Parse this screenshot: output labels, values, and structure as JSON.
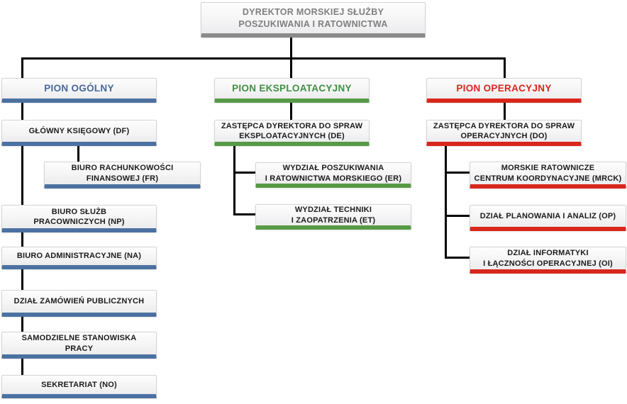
{
  "colors": {
    "general_accent": "#4C71A1",
    "exploitation_accent": "#579A46",
    "operations_accent": "#D9261C",
    "director_accent": "#8A8A8A",
    "connector": "#000000"
  },
  "director": {
    "label": "DYREKTOR MORSKIEJ SŁUŻBY\nPOSZUKIWANIA I RATOWNICTWA"
  },
  "general_division": {
    "header": "PION OGÓLNY",
    "units": [
      {
        "label": "GŁÓWNY KSIĘGOWY (DF)"
      },
      {
        "label": "BIURO RACHUNKOWOŚCI\nFINANSOWEJ (FR)"
      },
      {
        "label": "BIURO SŁUŻB\nPRACOWNICZYCH (NP)"
      },
      {
        "label": "BIURO ADMINISTRACYJNE (NA)"
      },
      {
        "label": "DZIAŁ ZAMÓWIEŃ PUBLICZNYCH"
      },
      {
        "label": "SAMODZIELNE STANOWISKA\nPRACY"
      },
      {
        "label": "SEKRETARIAT (NO)"
      }
    ]
  },
  "exploitation_division": {
    "header": "PION EKSPLOATACYJNY",
    "deputy": "ZASTĘPCA DYREKTORA DO SPRAW\nEKSPLOATACYJNYCH (DE)",
    "units": [
      {
        "label": "WYDZIAŁ POSZUKIWANIA\nI RATOWNICTWA MORSKIEGO (ER)"
      },
      {
        "label": "WYDZIAŁ TECHNIKI\nI ZAOPATRZENIA (ET)"
      }
    ]
  },
  "operations_division": {
    "header": "PION OPERACYJNY",
    "deputy": "ZASTĘPCA DYREKTORA DO SPRAW\nOPERACYJNYCH (DO)",
    "units": [
      {
        "label": "MORSKIE RATOWNICZE\nCENTRUM KOORDYNACYJNE (MRCK)"
      },
      {
        "label": "DZIAŁ PLANOWANIA I ANALIZ (OP)"
      },
      {
        "label": "DZIAŁ INFORMATYKI\nI ŁĄCZNOŚCI OPERACYJNEJ (OI)"
      }
    ]
  }
}
